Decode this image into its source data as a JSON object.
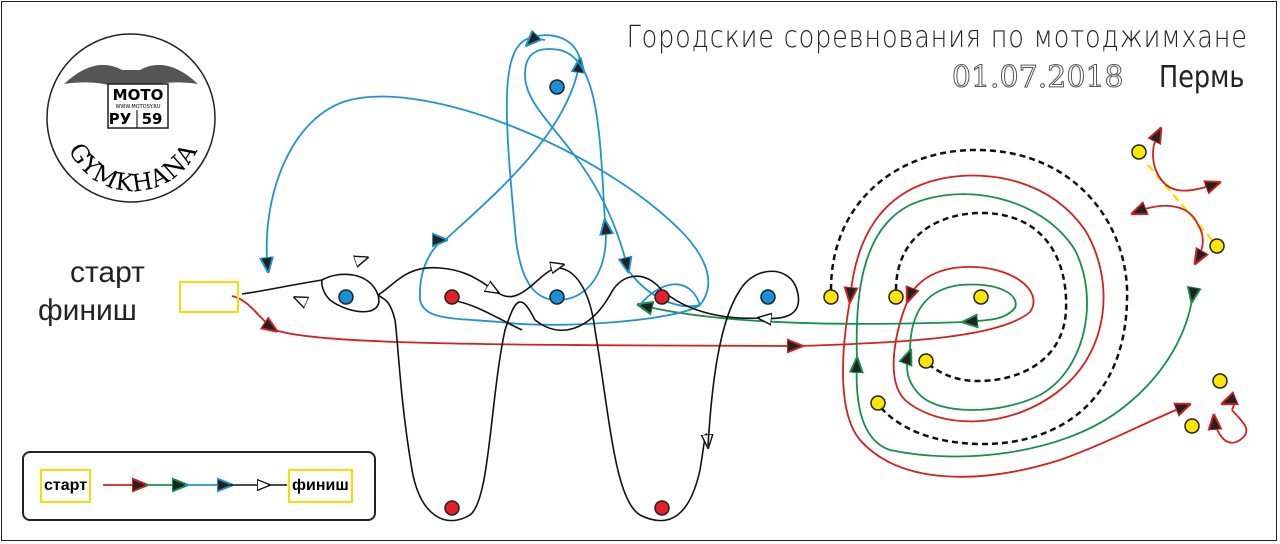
{
  "header": {
    "title": "Городские соревнования по мотоджимхане",
    "date": "01.07.2018",
    "city": "Пермь"
  },
  "logo": {
    "plate_top": "МОТО",
    "plate_url": "WWW.MOTOSY.RU",
    "plate_left": "РУ",
    "plate_right": "59",
    "ring_text": "GYMKHANA"
  },
  "course": {
    "start_label": "старт",
    "finish_label": "финиш"
  },
  "legend": {
    "start": "старт",
    "finish": "финиш",
    "order": [
      "red",
      "green",
      "blue",
      "white"
    ]
  },
  "colors": {
    "red": "#d42020",
    "green": "#16904a",
    "blue": "#1f95cc",
    "black": "#111111",
    "cone_yellow": "#ffe600",
    "cone_red": "#e3202a",
    "cone_blue": "#1a8fd8"
  }
}
